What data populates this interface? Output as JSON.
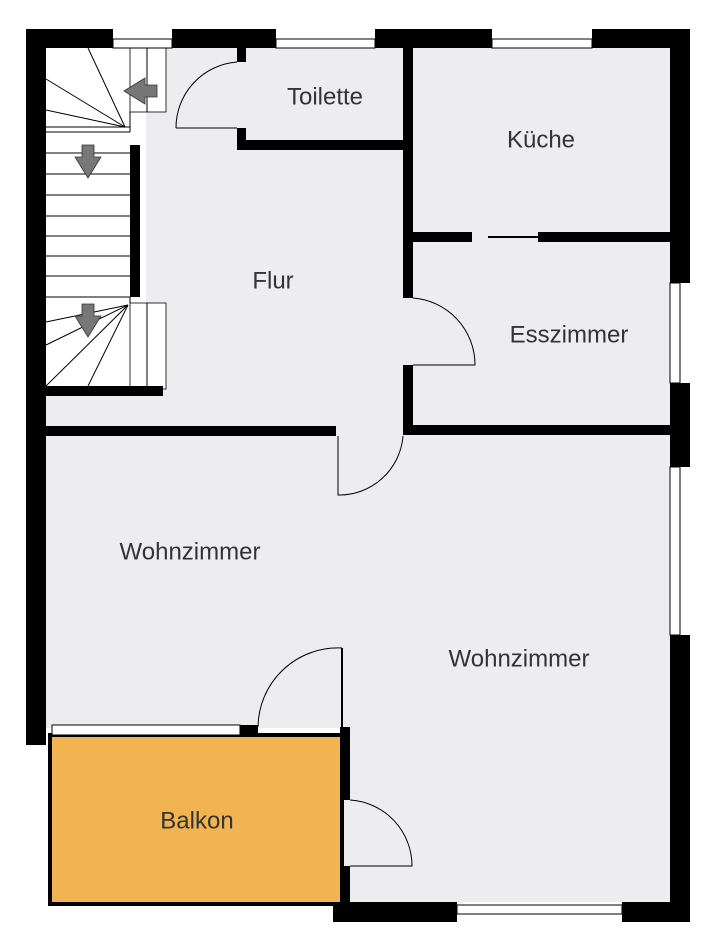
{
  "rooms": {
    "toilette": "Toilette",
    "kueche": "Küche",
    "flur": "Flur",
    "esszimmer": "Esszimmer",
    "wohnzimmer_left": "Wohnzimmer",
    "wohnzimmer_right": "Wohnzimmer",
    "balkon": "Balkon"
  },
  "colors": {
    "floor": "#ededf0",
    "balcony": "#f2b451",
    "walls": "#000000",
    "label": "#333333"
  },
  "icons": [
    "stair-arrow-left-icon",
    "stair-arrow-down-icon",
    "stair-arrow-down-icon"
  ]
}
